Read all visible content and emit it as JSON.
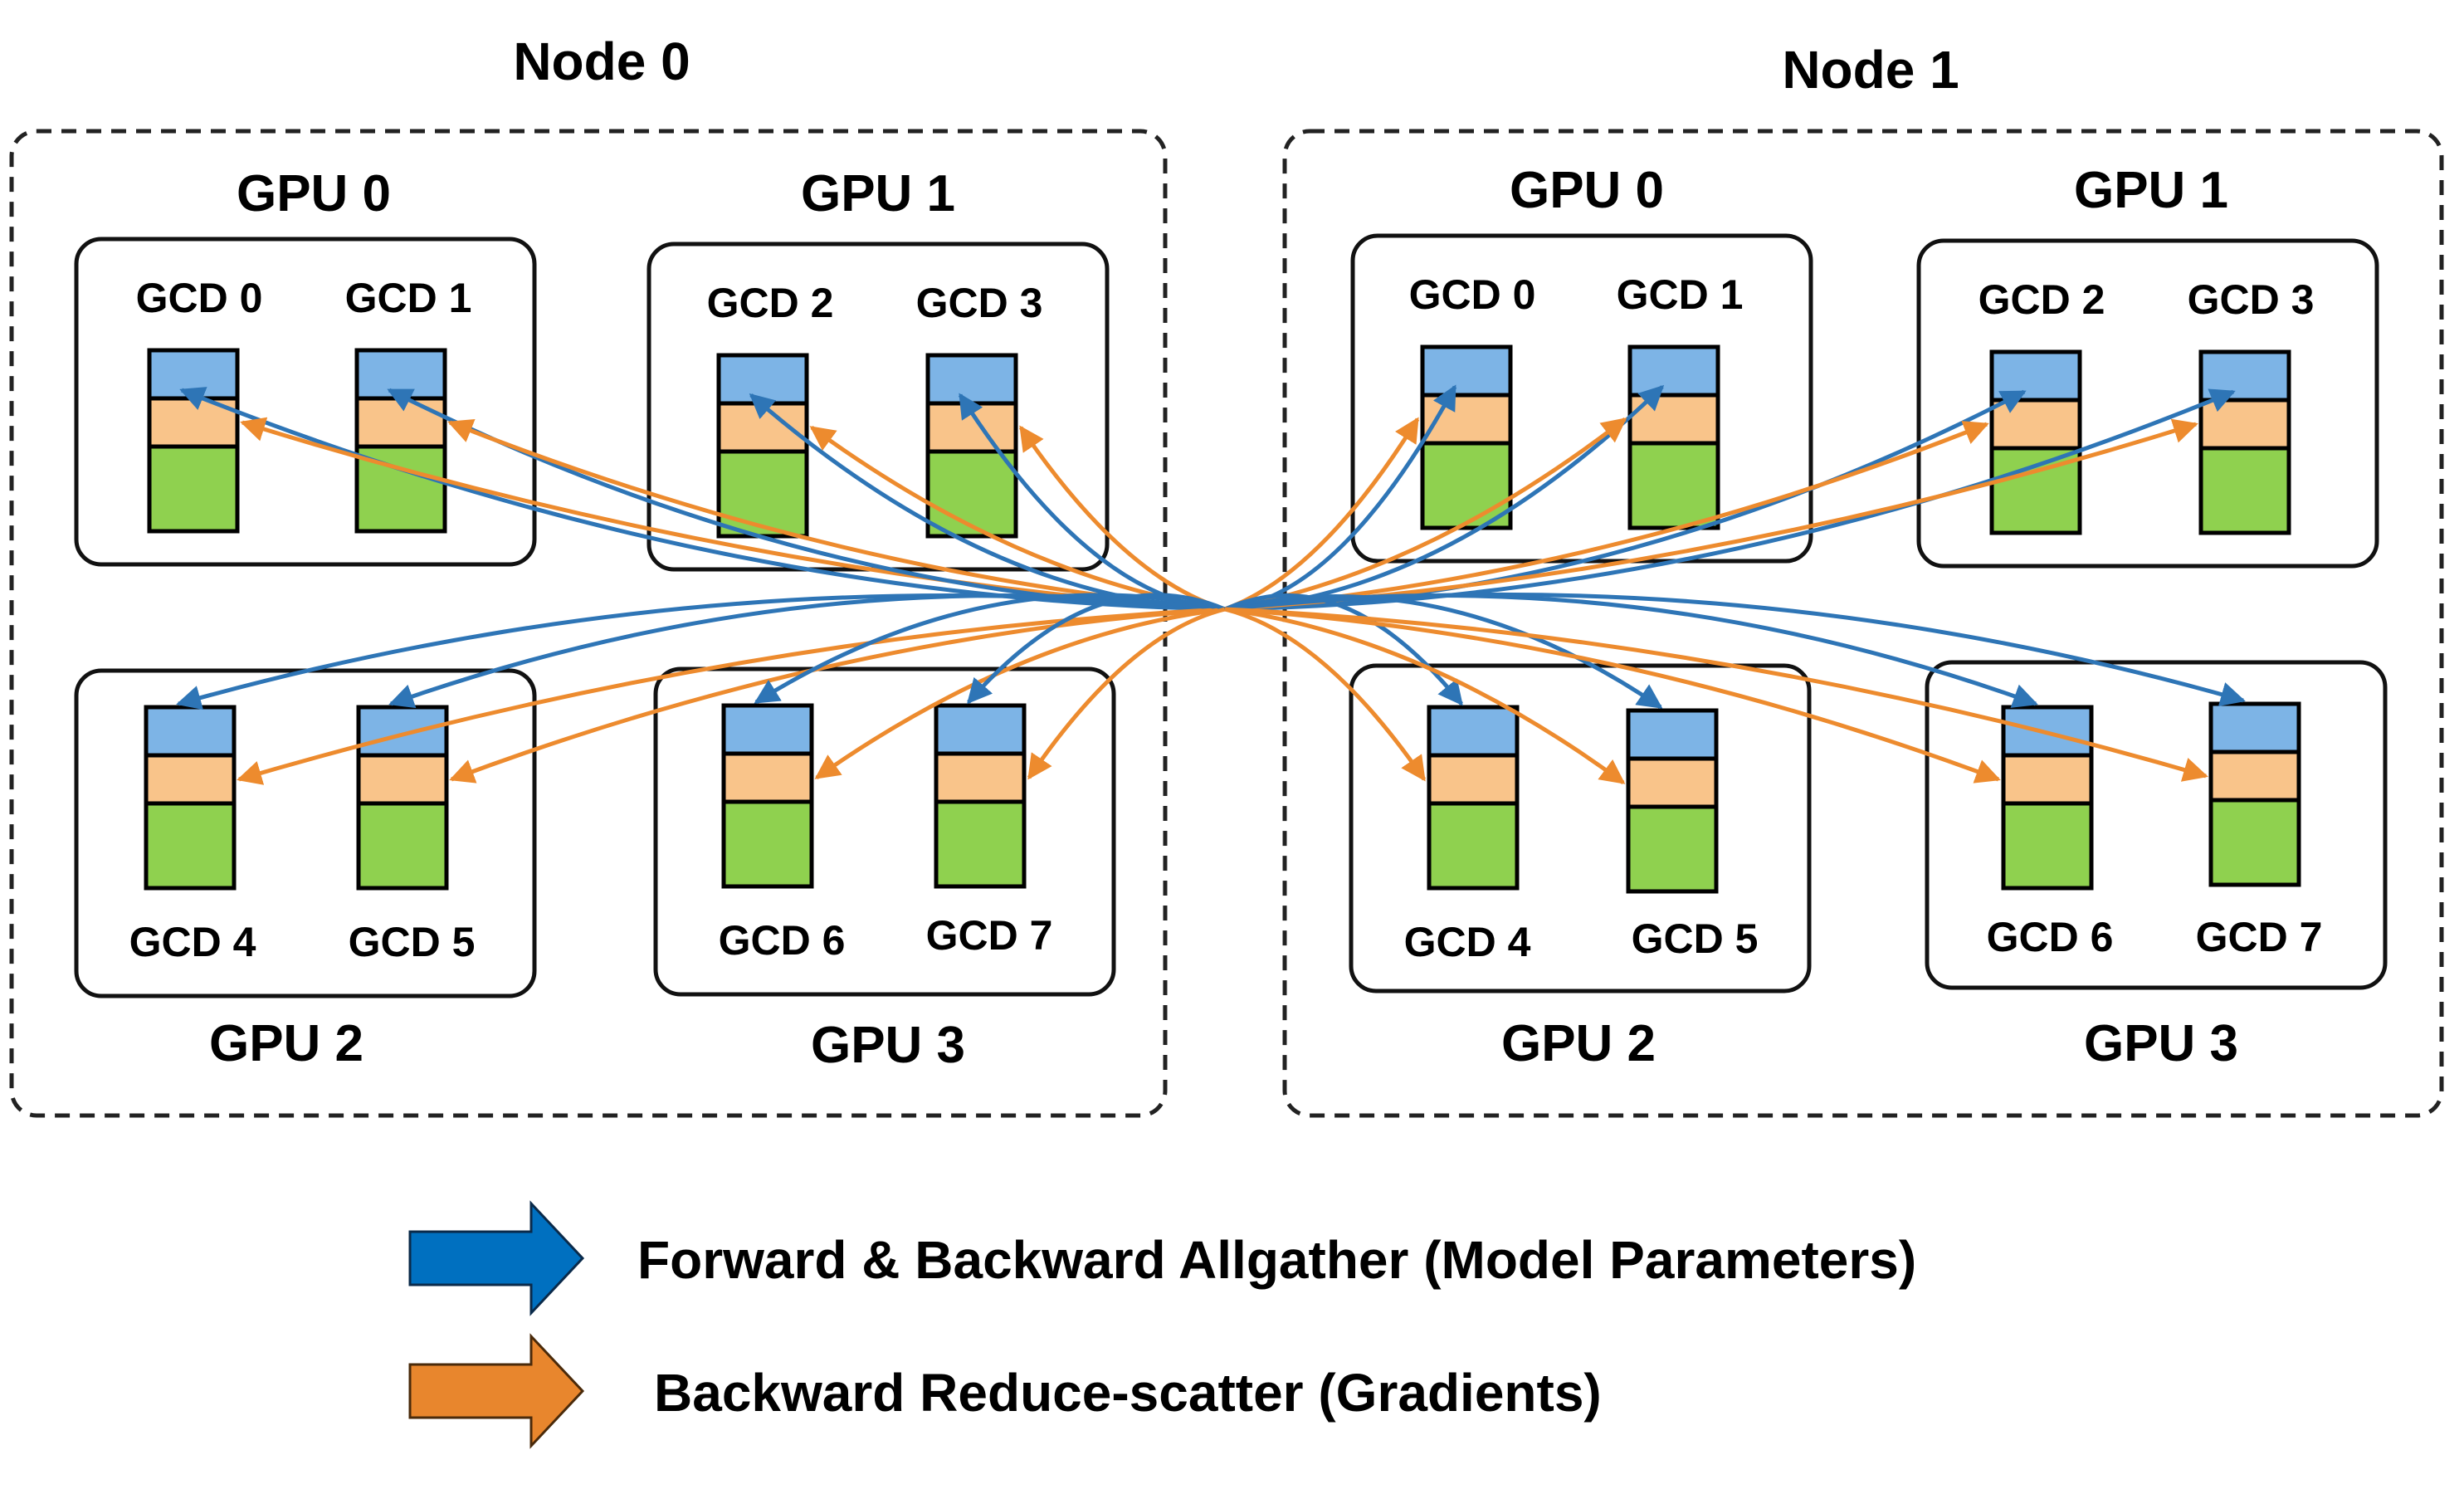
{
  "nodes": [
    {
      "label": "Node 0",
      "gpus": [
        {
          "label": "GPU 0",
          "gcds": [
            "GCD 0",
            "GCD 1"
          ]
        },
        {
          "label": "GPU 1",
          "gcds": [
            "GCD 2",
            "GCD 3"
          ]
        },
        {
          "label": "GPU 2",
          "gcds": [
            "GCD 4",
            "GCD 5"
          ]
        },
        {
          "label": "GPU 3",
          "gcds": [
            "GCD 6",
            "GCD 7"
          ]
        }
      ]
    },
    {
      "label": "Node 1",
      "gpus": [
        {
          "label": "GPU 0",
          "gcds": [
            "GCD 0",
            "GCD 1"
          ]
        },
        {
          "label": "GPU 1",
          "gcds": [
            "GCD 2",
            "GCD 3"
          ]
        },
        {
          "label": "GPU 2",
          "gcds": [
            "GCD 4",
            "GCD 5"
          ]
        },
        {
          "label": "GPU 3",
          "gcds": [
            "GCD 6",
            "GCD 7"
          ]
        }
      ]
    }
  ],
  "legend": [
    {
      "label": "Forward & Backward Allgather (Model Parameters)",
      "color": "#0070C0"
    },
    {
      "label": "Backward Reduce-scatter (Gradients)",
      "color": "#E8862D"
    }
  ],
  "colors": {
    "shard_parameters": "#7DB4E6",
    "shard_gradients": "#F9C48A",
    "shard_optimizer": "#8FD14F",
    "allgather_edge": "#2E75B6",
    "reducescatter_edge": "#ED8B2E"
  }
}
